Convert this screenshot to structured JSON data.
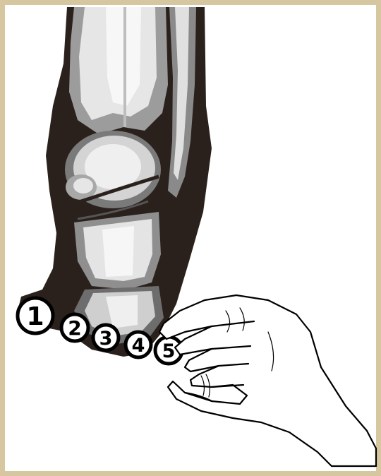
{
  "colors": {
    "frame": "#d6c7a1",
    "tissue": "#2b211c",
    "bone_light": "#f2f2f2",
    "bone_mid": "#a9a9a9",
    "bone_dark": "#6b6b6b",
    "badge_fill": "#ffffff",
    "badge_stroke": "#000000"
  },
  "markers": [
    {
      "label": "1"
    },
    {
      "label": "2"
    },
    {
      "label": "3"
    },
    {
      "label": "4"
    },
    {
      "label": "5"
    }
  ],
  "icons": {
    "hand": "hand-icon",
    "leg": "leg-bones-icon"
  }
}
